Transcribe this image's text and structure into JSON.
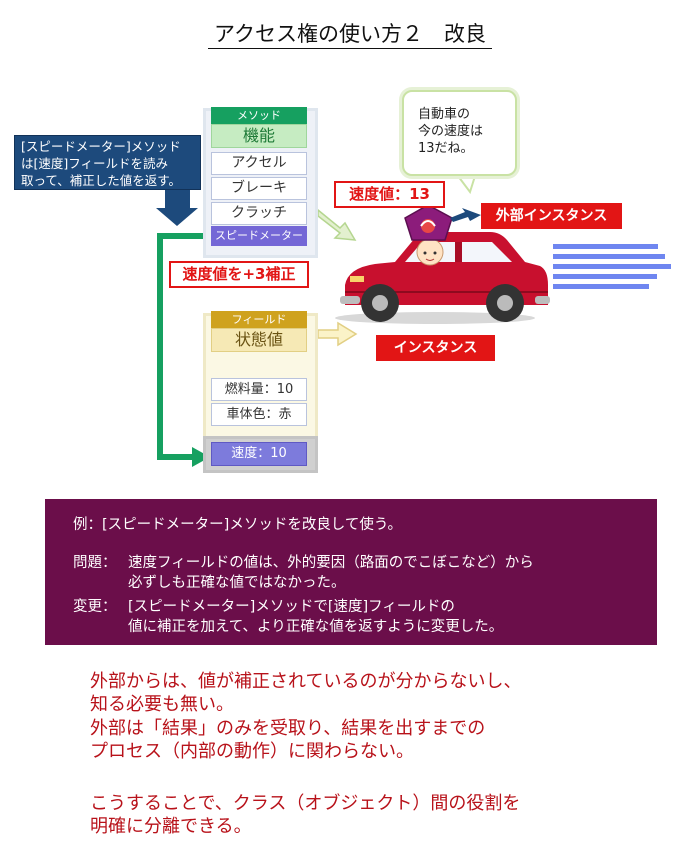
{
  "title": "アクセス権の使い方２　改良",
  "method": {
    "tag": "メソッド",
    "title": "機能",
    "items": [
      "アクセル",
      "ブレーキ",
      "クラッチ"
    ],
    "speedometer": "スピードメーター"
  },
  "field": {
    "tag": "フィールド",
    "title": "状態値",
    "items": [
      "燃料量：10",
      "車体色：赤"
    ],
    "speed": "速度：10"
  },
  "method_note": [
    "[スピードメーター]メソッド",
    "は[速度]フィールドを読み",
    "取って、補正した値を返す。"
  ],
  "correction_label": "速度値を+3補正",
  "speed_value_label": "速度値：13",
  "external_instance_label": "外部インスタンス",
  "instance_label": "インスタンス",
  "bubble_lines": [
    "自動車の",
    "今の速度は",
    "13だね。"
  ],
  "example": {
    "line1": "例：[スピードメーター]メソッドを改良して使う。",
    "problem_key": "問題：",
    "problem_lines": [
      "速度フィールドの値は、外的要因（路面のでこぼこなど）から",
      "必ずしも正確な値ではなかった。"
    ],
    "change_key": "変更：",
    "change_lines": [
      "[スピードメーター]メソッドで[速度]フィールドの",
      "値に補正を加えて、より正確な値を返すように変更した。"
    ]
  },
  "conclusion_lines": [
    "外部からは、値が補正されているのが分からないし、",
    "知る必要も無い。",
    "外部は「結果」のみを受取り、結果を出すまでの",
    "プロセス（内部の動作）に関わらない。",
    "",
    "こうすることで、クラス（オブジェクト）間の役割を",
    "明確に分離できる。"
  ],
  "colors": {
    "method_green": "#16a060",
    "field_gold": "#cfa21e",
    "callout_red": "#e21515",
    "example_bg": "#6b0e4a",
    "arrow_green": "#16a060",
    "car_red": "#c8102e",
    "speed_lines": "#6f86f0"
  }
}
